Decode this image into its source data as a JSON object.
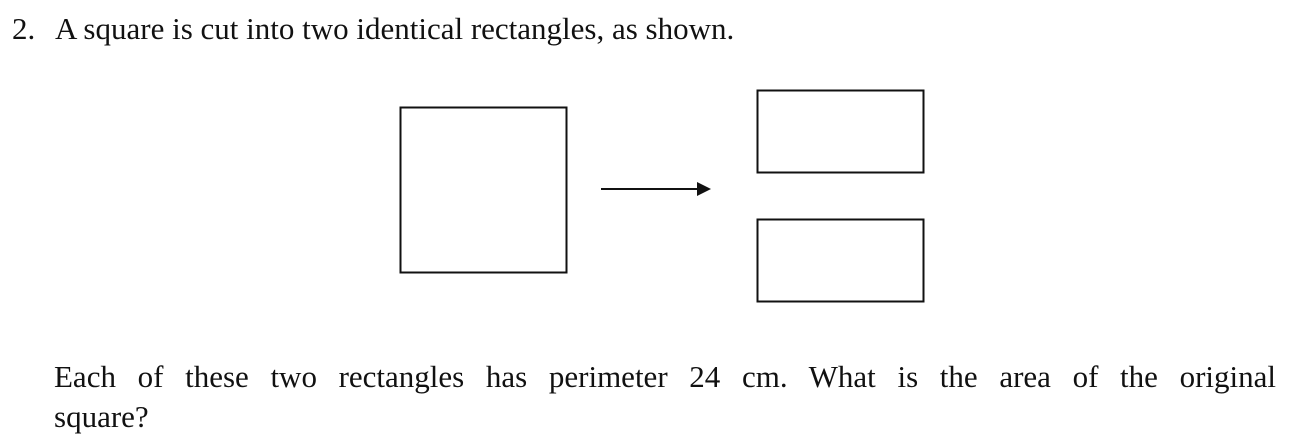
{
  "problem": {
    "number": "2.",
    "statement": "A square is cut into two identical rectangles, as shown."
  },
  "question": {
    "line1": "Each of these two rectangles has perimeter 24 cm. What is the area of the original",
    "line2": "square?"
  },
  "diagram": {
    "shapes": [
      "square",
      "rectangle",
      "rectangle"
    ],
    "stroke_color": "#111111",
    "fill_color": "#ffffff"
  }
}
